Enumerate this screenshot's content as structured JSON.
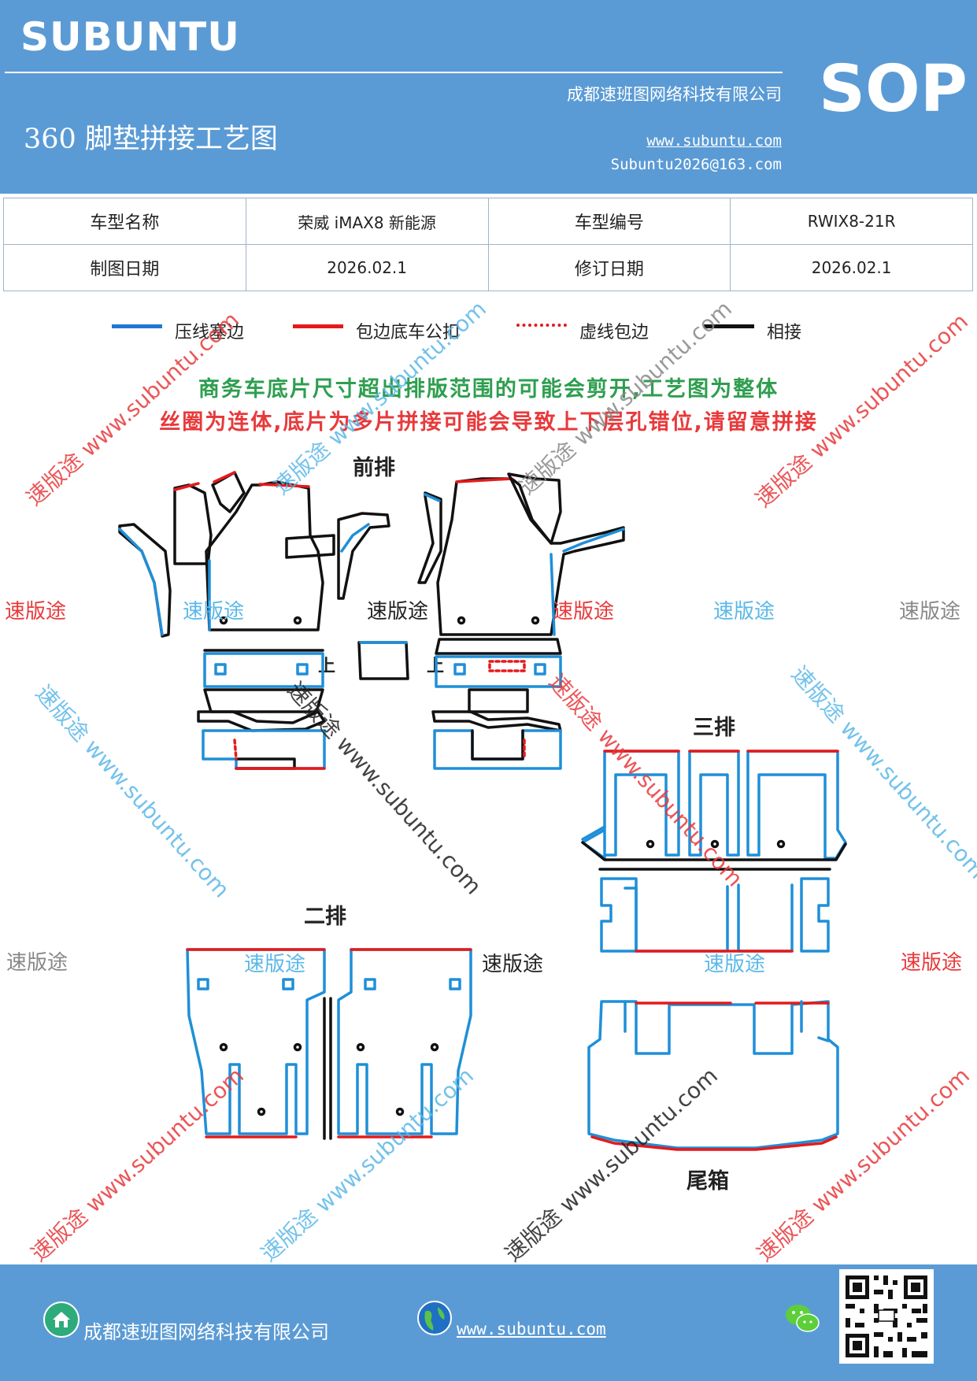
{
  "header": {
    "brand": "SUBUNTU",
    "company": "成都速班图网络科技有限公司",
    "sop": "SOP",
    "title": "360 脚垫拼接工艺图",
    "website": "www.subuntu.com",
    "email": "Subuntu2026@163.com"
  },
  "info_table": {
    "model_name_label": "车型名称",
    "model_name_value": "荣威 iMAX8 新能源",
    "model_code_label": "车型编号",
    "model_code_value": "RWIX8-21R",
    "draw_date_label": "制图日期",
    "draw_date_value": "2026.02.1",
    "revise_date_label": "修订日期",
    "revise_date_value": "2026.02.1"
  },
  "legend": [
    {
      "label": "压线塞边",
      "color": "#1f78d1",
      "style": "solid"
    },
    {
      "label": "包边底车公扣",
      "color": "#e41a1c",
      "style": "solid"
    },
    {
      "label": "虚线包边",
      "color": "#e41a1c",
      "style": "dotted"
    },
    {
      "label": "相接",
      "color": "#111111",
      "style": "solid"
    }
  ],
  "notes": {
    "line1": "商务车底片尺寸超出排版范围的可能会剪开,工艺图为整体",
    "line2": "丝圈为连体,底片为多片拼接可能会导致上下层孔错位,请留意拼接",
    "line1_color": "#2e9e4f",
    "line2_color": "#e8393b"
  },
  "sections": {
    "front": "前排",
    "second": "二排",
    "third": "三排",
    "trunk": "尾箱",
    "up_mark": "上"
  },
  "watermark": {
    "brand_cn": "速版途",
    "url": "www.subuntu.com",
    "colors": {
      "red": "#e8393b",
      "blue": "#5bb8e8",
      "gray": "#888888"
    }
  },
  "footer": {
    "company": "成都速班图网络科技有限公司",
    "website": "www.subuntu.com"
  },
  "icons": {
    "home": "home-icon",
    "globe": "globe-icon",
    "wechat": "wechat-icon",
    "qr": "qr-code-icon"
  },
  "colors": {
    "header_bg": "#5b9bd5",
    "blue_edge": "#1f8fd8",
    "red_edge": "#e41a1c",
    "joint": "#111111"
  }
}
